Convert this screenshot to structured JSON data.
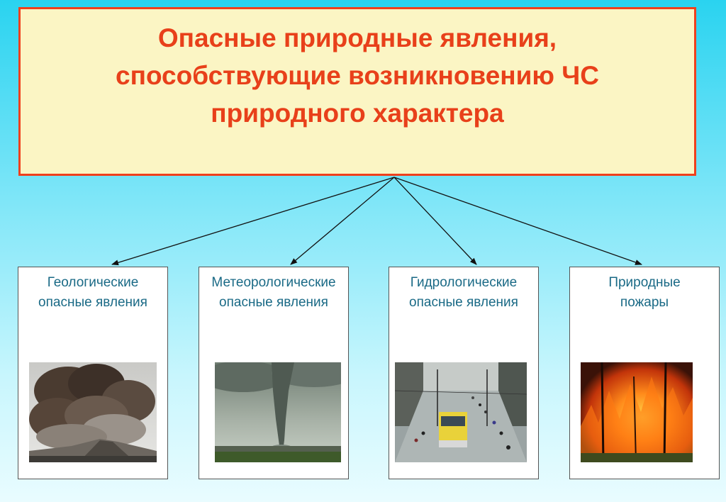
{
  "title": "Опасные природные явления,\nспособствующие возникновению ЧС\nприродного характера",
  "categories": [
    {
      "label": "Геологические\nопасные явления",
      "photo": "volcano-eruption-photo"
    },
    {
      "label": "Метеорологические\nопасные явления",
      "photo": "tornado-photo"
    },
    {
      "label": "Гидрологические\nопасные явления",
      "photo": "flood-street-photo"
    },
    {
      "label": "Природные\nпожары",
      "photo": "forest-fire-photo"
    }
  ],
  "colors": {
    "title_text": "#e8401a",
    "title_border": "#f0401c",
    "title_background": "#fbf5c4",
    "category_text": "#1a6a86"
  }
}
